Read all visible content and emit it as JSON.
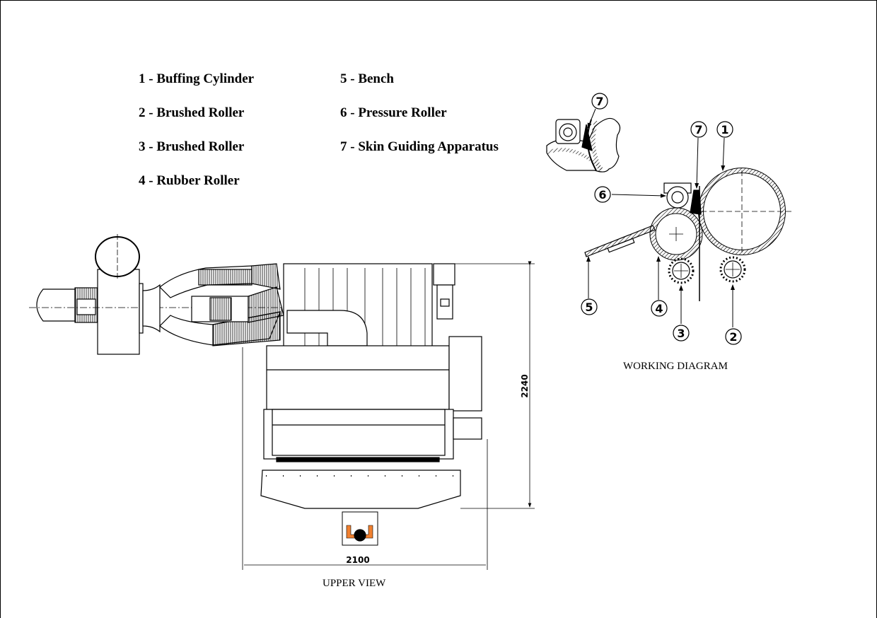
{
  "legend": {
    "items": [
      {
        "num": "1",
        "label": "1 - Buffing Cylinder"
      },
      {
        "num": "2",
        "label": "2 - Brushed Roller"
      },
      {
        "num": "3",
        "label": "3 - Brushed Roller"
      },
      {
        "num": "4",
        "label": "4 - Rubber Roller"
      },
      {
        "num": "5",
        "label": "5 - Bench"
      },
      {
        "num": "6",
        "label": "6 - Pressure Roller"
      },
      {
        "num": "7",
        "label": "7 - Skin Guiding Apparatus"
      }
    ]
  },
  "working_diagram": {
    "caption": "WORKING DIAGRAM",
    "callouts": [
      "7",
      "7",
      "1",
      "6",
      "5",
      "4",
      "3",
      "2"
    ]
  },
  "upper_view": {
    "caption": "UPPER VIEW",
    "dim_width": "2100",
    "dim_depth": "2240",
    "operator_color": "#f08030"
  }
}
